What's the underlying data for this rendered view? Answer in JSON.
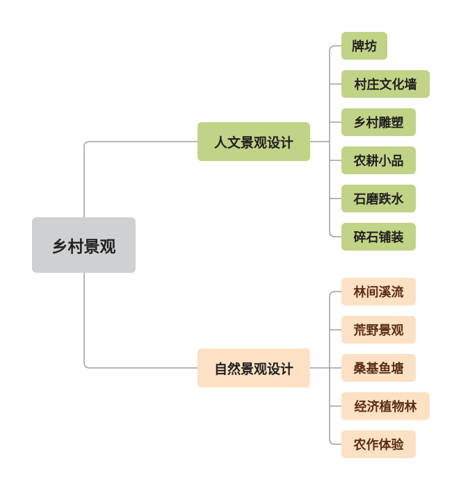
{
  "colors": {
    "root_fill": "#cfd0d2",
    "culture_fill": "#c1d386",
    "culture_text": "#1f1f1f",
    "nature_fill": "#fde1c4",
    "nature_text": "#5a2d14",
    "connector": "#9e9e9e"
  },
  "root": {
    "label": "乡村景观"
  },
  "branches": {
    "culture": {
      "label": "人文景观设计",
      "items": [
        "牌坊",
        "村庄文化墙",
        "乡村雕塑",
        "农耕小品",
        "石磨跌水",
        "碎石铺装"
      ]
    },
    "nature": {
      "label": "自然景观设计",
      "items": [
        "林间溪流",
        "荒野景观",
        "桑基鱼塘",
        "经济植物林",
        "农作体验"
      ]
    }
  }
}
